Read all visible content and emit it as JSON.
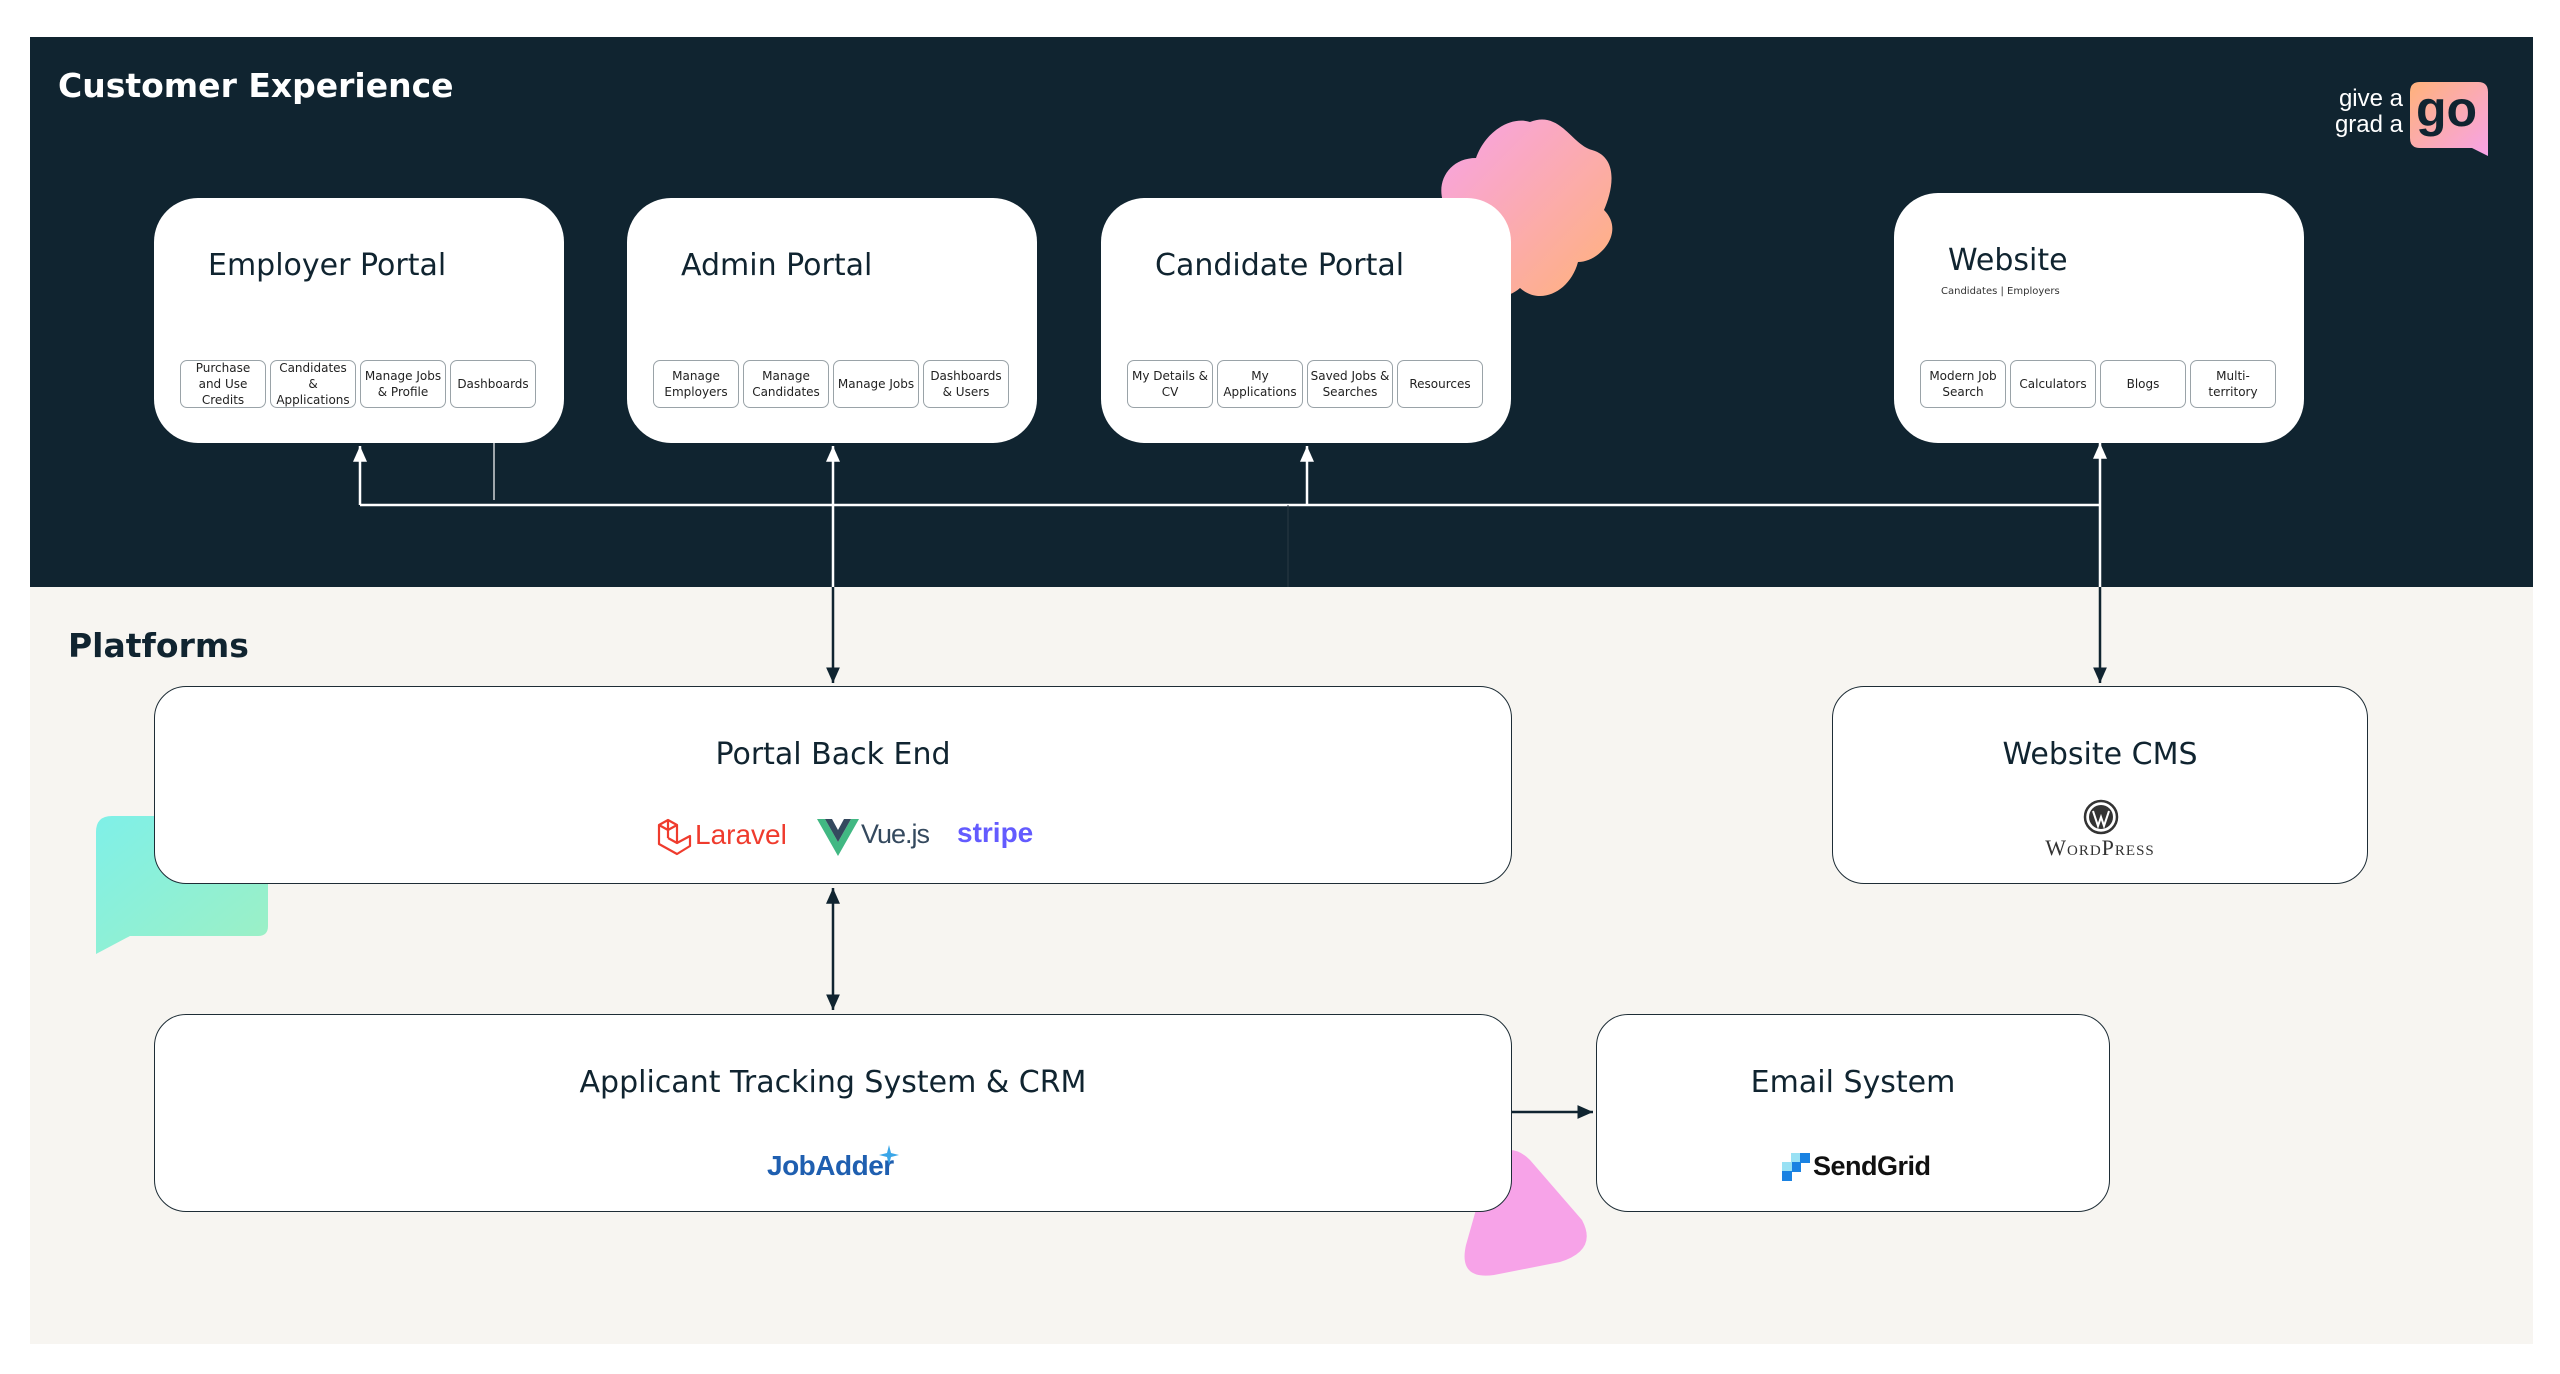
{
  "colors": {
    "navy": "#102430",
    "cream": "#f7f5f1",
    "laravel_red": "#ef3b2d",
    "vue_green": "#41b883",
    "vue_dark": "#34495e",
    "stripe_purple": "#635bff",
    "jobadder_blue": "#1f5fb0",
    "sendgrid_blue": "#1a82e2",
    "pink": "#f7a3e8",
    "mint": "#7ff0dc"
  },
  "sections": {
    "customer_experience": "Customer Experience",
    "platforms": "Platforms"
  },
  "brand": {
    "line1": "give a",
    "line2": "grad a",
    "badge": "go"
  },
  "portals": [
    {
      "title": "Employer Portal",
      "subtitle": "",
      "tabs": [
        "Purchase and Use Credits",
        "Candidates & Applications",
        "Manage Jobs & Profile",
        "Dashboards"
      ]
    },
    {
      "title": "Admin Portal",
      "subtitle": "",
      "tabs": [
        "Manage Employers",
        "Manage Candidates",
        "Manage Jobs",
        "Dashboards & Users"
      ]
    },
    {
      "title": "Candidate Portal",
      "subtitle": "",
      "tabs": [
        "My Details & CV",
        "My Applications",
        "Saved Jobs & Searches",
        "Resources"
      ]
    },
    {
      "title": "Website",
      "subtitle": "Candidates | Employers",
      "tabs": [
        "Modern Job Search",
        "Calculators",
        "Blogs",
        "Multi-territory"
      ]
    }
  ],
  "platforms": {
    "portal_back_end": {
      "title": "Portal Back End",
      "logos": [
        "Laravel",
        "Vue.js",
        "stripe"
      ],
      "logo_icons": [
        "laravel-icon",
        "vue-icon"
      ]
    },
    "website_cms": {
      "title": "Website CMS",
      "logo": "WordPress",
      "logo_icon": "wordpress-icon"
    },
    "ats_crm": {
      "title": "Applicant Tracking System & CRM",
      "logo": "JobAdder",
      "logo_icon": "sparkle-icon"
    },
    "email_system": {
      "title": "Email System",
      "logo": "SendGrid",
      "logo_icon": "sendgrid-icon"
    }
  }
}
